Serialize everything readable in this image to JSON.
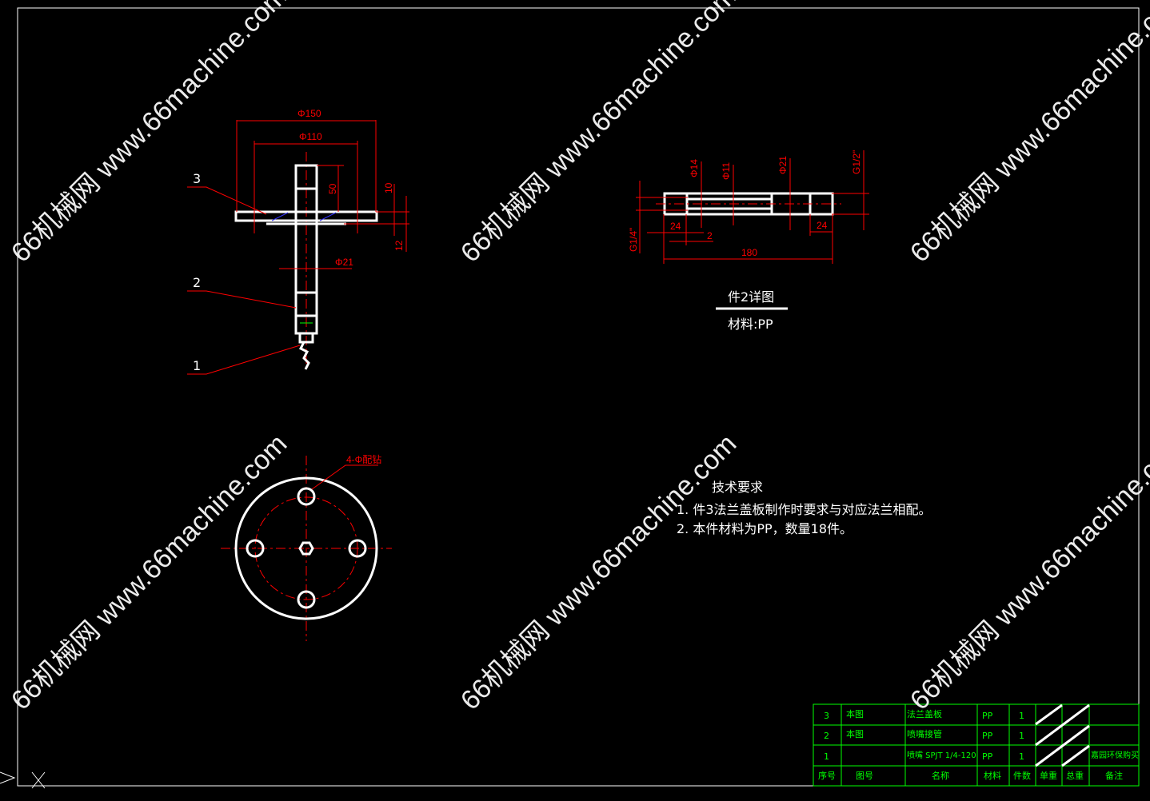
{
  "watermark": "66机械网 www.66machine.com",
  "assembly_view": {
    "dims": {
      "d150": "Φ150",
      "d110": "Φ110",
      "d21": "Φ21",
      "h50": "50",
      "t10": "10",
      "t12": "12"
    },
    "leaders": [
      "3",
      "2",
      "1"
    ]
  },
  "bottom_view": {
    "hole_note": "4-Φ配钻"
  },
  "detail_view": {
    "dims": {
      "d14": "Φ14",
      "d11": "Φ11",
      "d21": "Φ21",
      "g12": "G1/2\"",
      "g14": "G1/4\"",
      "l24a": "24",
      "l2": "2",
      "l24b": "24",
      "l180": "180"
    },
    "title": "件2详图",
    "material": "材料:PP"
  },
  "tech_requirements": {
    "title": "技术要求",
    "items": [
      "1.  件3法兰盖板制作时要求与对应法兰相配。",
      "2.  本件材料为PP，数量18件。"
    ]
  },
  "bom": {
    "headers": [
      "序号",
      "图号",
      "名称",
      "材料",
      "件数",
      "单重",
      "总重",
      "备注"
    ],
    "rows": [
      [
        "3",
        "本图",
        "法兰盖板",
        "PP",
        "1",
        "",
        "",
        ""
      ],
      [
        "2",
        "本图",
        "喷嘴接管",
        "PP",
        "1",
        "",
        "",
        ""
      ],
      [
        "1",
        "",
        "喷嘴 SPJT 1/4-120",
        "PP",
        "1",
        "",
        "",
        "嘉园环保购买"
      ]
    ]
  }
}
